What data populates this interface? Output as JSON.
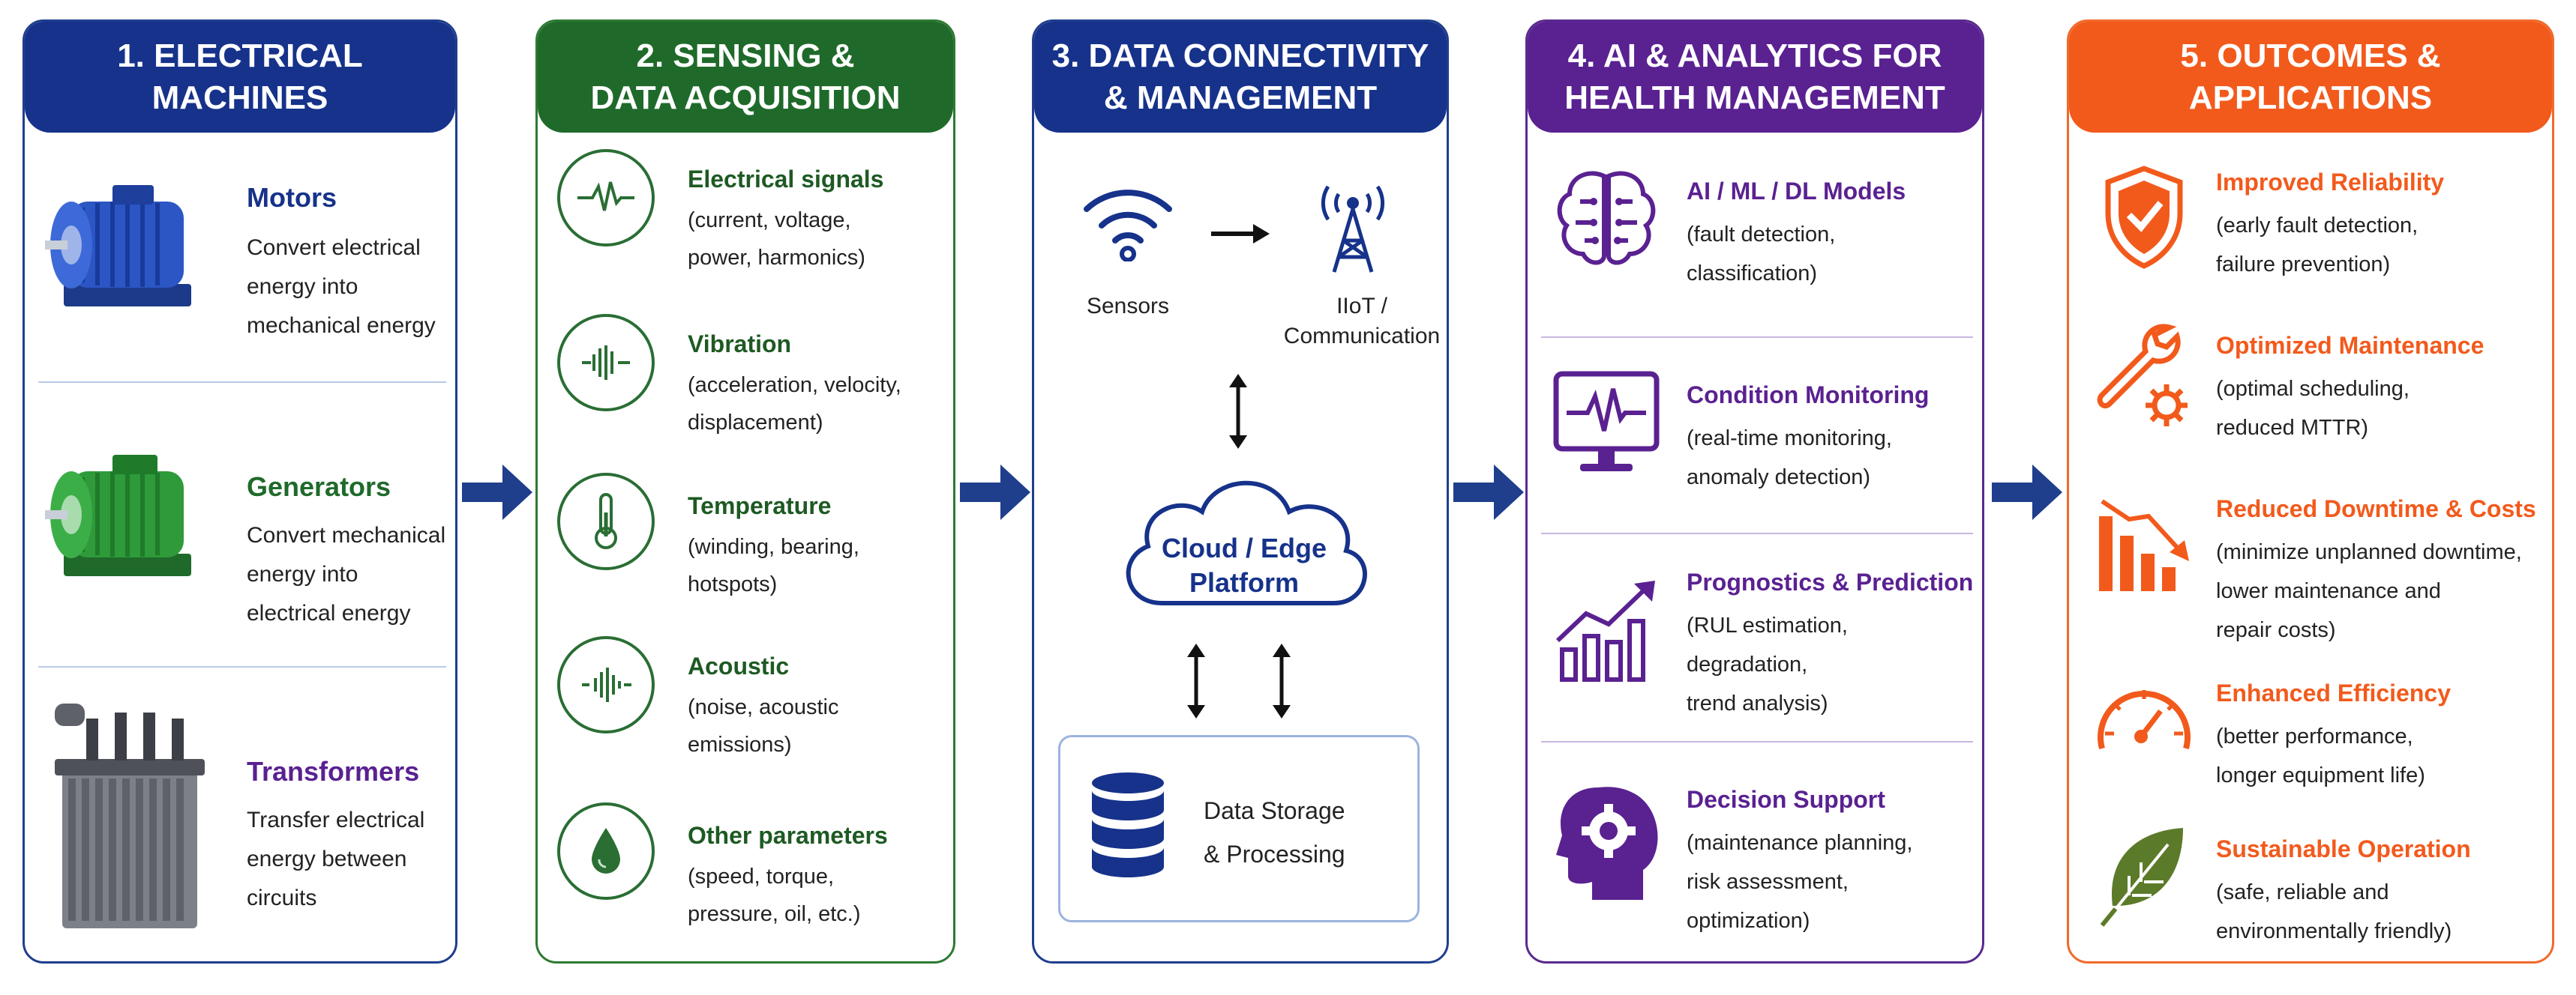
{
  "colors": {
    "blue": "#16328a",
    "green": "#1f6a2a",
    "purple": "#5a2191",
    "orange": "#f25a1c"
  },
  "panel1": {
    "title": "1. ELECTRICAL MACHINES",
    "items": [
      {
        "title": "Motors",
        "desc": [
          "Convert electrical",
          "energy into",
          "mechanical energy"
        ],
        "icon": "electric-motor"
      },
      {
        "title": "Generators",
        "desc": [
          "Convert mechanical",
          "energy into",
          "electrical energy"
        ],
        "icon": "generator"
      },
      {
        "title": "Transformers",
        "desc": [
          "Transfer electrical",
          "energy between",
          "circuits"
        ],
        "icon": "transformer"
      }
    ]
  },
  "panel2": {
    "title_line1": "2. SENSING &",
    "title_line2": "DATA ACQUISITION",
    "items": [
      {
        "title": "Electrical signals",
        "desc": [
          "(current, voltage,",
          "power, harmonics)"
        ],
        "icon": "waveform-icon"
      },
      {
        "title": "Vibration",
        "desc": [
          "(acceleration, velocity,",
          "displacement)"
        ],
        "icon": "vibration-icon"
      },
      {
        "title": "Temperature",
        "desc": [
          "(winding, bearing,",
          "hotspots)"
        ],
        "icon": "thermometer-icon"
      },
      {
        "title": "Acoustic",
        "desc": [
          "(noise, acoustic",
          "emissions)"
        ],
        "icon": "sound-icon"
      },
      {
        "title": "Other parameters",
        "desc": [
          "(speed, torque,",
          "pressure, oil, etc.)"
        ],
        "icon": "oil-drop-icon"
      }
    ]
  },
  "panel3": {
    "title_line1": "3. DATA CONNECTIVITY",
    "title_line2": "& MANAGEMENT",
    "sensors": "Sensors",
    "iiot_line1": "IIoT /",
    "iiot_line2": "Communication",
    "cloud_line1": "Cloud / Edge",
    "cloud_line2": "Platform",
    "storage_line1": "Data Storage",
    "storage_line2": "& Processing"
  },
  "panel4": {
    "title_line1": "4. AI & ANALYTICS FOR",
    "title_line2": "HEALTH MANAGEMENT",
    "items": [
      {
        "title": "AI / ML / DL Models",
        "desc": [
          "(fault detection,",
          "classification)"
        ],
        "icon": "brain-icon"
      },
      {
        "title": "Condition Monitoring",
        "desc": [
          "(real-time monitoring,",
          "anomaly detection)"
        ],
        "icon": "monitor-icon"
      },
      {
        "title": "Prognostics & Prediction",
        "desc": [
          "(RUL estimation,",
          "degradation,",
          "trend analysis)"
        ],
        "icon": "trend-chart-icon"
      },
      {
        "title": "Decision Support",
        "desc": [
          "(maintenance planning,",
          "risk assessment,",
          "optimization)"
        ],
        "icon": "head-gear-icon"
      }
    ]
  },
  "panel5": {
    "title": "5. OUTCOMES & APPLICATIONS",
    "items": [
      {
        "title": "Improved Reliability",
        "desc": [
          "(early fault detection,",
          "failure prevention)"
        ],
        "icon": "shield-check-icon"
      },
      {
        "title": "Optimized Maintenance",
        "desc": [
          "(optimal scheduling,",
          "reduced MTTR)"
        ],
        "icon": "wrench-gear-icon"
      },
      {
        "title": "Reduced Downtime & Costs",
        "desc": [
          "(minimize unplanned downtime,",
          "lower maintenance and",
          "repair costs)"
        ],
        "icon": "declining-bars-icon"
      },
      {
        "title": "Enhanced Efficiency",
        "desc": [
          "(better performance,",
          "longer equipment life)"
        ],
        "icon": "gauge-icon"
      },
      {
        "title": "Sustainable Operation",
        "desc": [
          "(safe, reliable and",
          "environmentally friendly)"
        ],
        "icon": "leaf-icon"
      }
    ]
  }
}
